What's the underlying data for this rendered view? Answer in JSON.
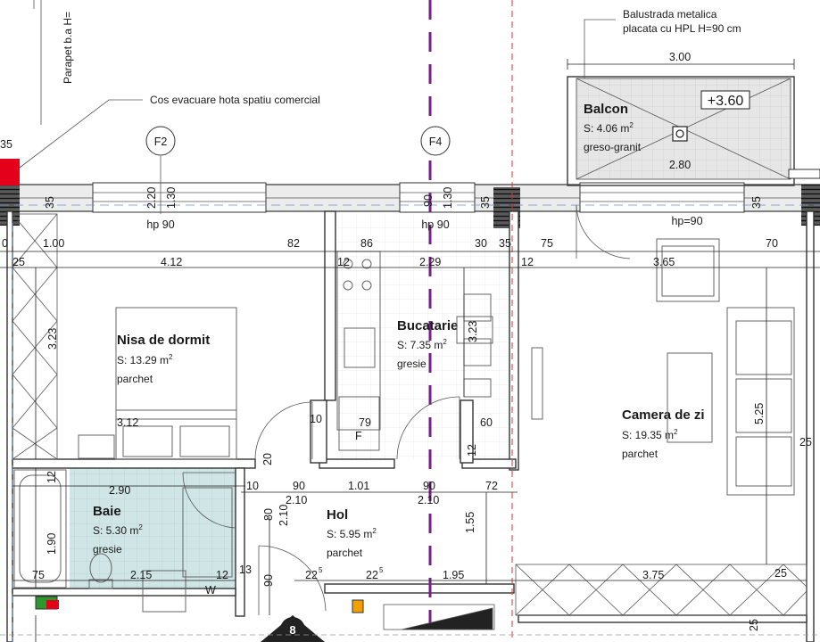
{
  "notes": {
    "parapet": "Parapet b.a H=",
    "cos_evacuare": "Cos evacuare hota spatiu comercial",
    "balustrada_line1": "Balustrada metalica",
    "balustrada_line2": "placata cu HPL H=90 cm"
  },
  "axes": {
    "f2": "F2",
    "f4": "F4",
    "section": "8"
  },
  "rooms": {
    "balcon": {
      "name": "Balcon",
      "area_prefix": "S: 4.06 m",
      "sup": "2",
      "finish": "greso-granit",
      "level": "+3.60"
    },
    "nisa": {
      "name": "Nisa de dormit",
      "area_prefix": "S: 13.29 m",
      "sup": "2",
      "finish": "parchet"
    },
    "bucatarie": {
      "name": "Bucatarie",
      "area_prefix": "S: 7.35 m",
      "sup": "2",
      "finish": "gresie"
    },
    "camera": {
      "name": "Camera de zi",
      "area_prefix": "S: 19.35 m",
      "sup": "2",
      "finish": "parchet"
    },
    "baie": {
      "name": "Baie",
      "area_prefix": "S: 5.30 m",
      "sup": "2",
      "finish": "gresie"
    },
    "hol": {
      "name": "Hol",
      "area_prefix": "S: 5.95 m",
      "sup": "2",
      "finish": "parchet"
    }
  },
  "dims": {
    "d_300": "3.00",
    "d_280": "2.80",
    "d_35_a": "35",
    "d_35_b": "35",
    "d_35_c": "35",
    "d_35_d": "35",
    "d_220": "2.20",
    "d_130": "1.30",
    "d_90_top": "90",
    "d_130b": "1.30",
    "hp90_a": "hp 90",
    "hp90_b": "hp 90",
    "hp90_c": "hp=90",
    "d_0": "0",
    "d_100": "1.00",
    "d_82": "82",
    "d_86": "86",
    "d_30": "30",
    "d_35_e": "35",
    "d_75": "75",
    "d_70": "70",
    "d_25_a": "25",
    "d_412": "4.12",
    "d_12_a": "12",
    "d_229": "2.29",
    "d_12_b": "12",
    "d_365": "3.65",
    "d_323_a": "3.23",
    "d_323_b": "3.23",
    "d_312": "3.12",
    "d_10_a": "10",
    "d_79": "79",
    "d_60": "60",
    "d_12_c": "12",
    "d_525": "5.25",
    "d_25_b": "25",
    "d_12_d": "12",
    "d_290": "2.90",
    "d_10_b": "10",
    "d_90_a": "90",
    "d_101": "1.01",
    "d_90_b": "90",
    "d_72": "72",
    "d_20": "20",
    "d_210_a": "2.10",
    "d_210_b": "2.10",
    "d_210_c": "2.10",
    "d_80": "80",
    "d_190": "1.90",
    "d_155": "1.55",
    "d_75_b": "75",
    "d_215": "2.15",
    "d_12_e": "12",
    "d_13": "13",
    "d_22_a": "22",
    "d_22_b": "22",
    "d_195": "1.95",
    "d_375": "3.75",
    "d_25_c": "25",
    "d_25_d": "25",
    "d_90_c": "90",
    "w_mark": "W",
    "f_mark": "F",
    "five_a": "5",
    "five_b": "5"
  }
}
